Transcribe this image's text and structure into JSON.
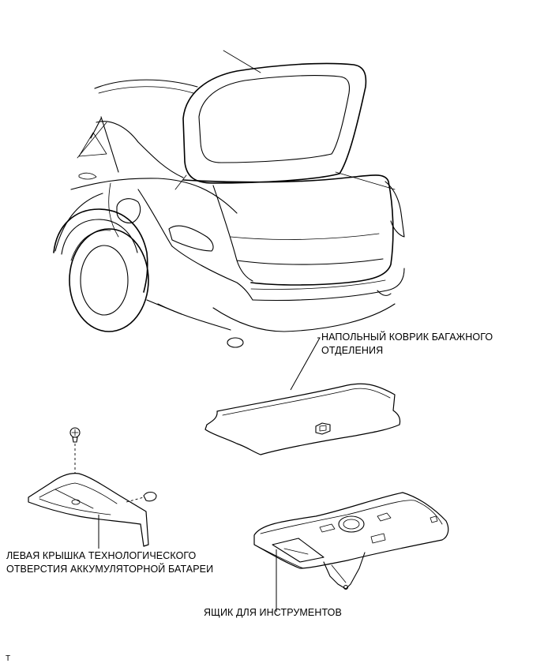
{
  "labels": {
    "floor_mat_line1": "НАПОЛЬНЫЙ КОВРИК БАГАЖНОГО",
    "floor_mat_line2": "ОТДЕЛЕНИЯ",
    "battery_cover_line1": "ЛЕВАЯ КРЫШКА ТЕХНОЛОГИЧЕСКОГО",
    "battery_cover_line2": "ОТВЕРСТИЯ АККУМУЛЯТОРНОЙ БАТАРЕИ",
    "tool_box": "ЯЩИК ДЛЯ ИНСТРУМЕНТОВ",
    "corner_mark": "T"
  }
}
